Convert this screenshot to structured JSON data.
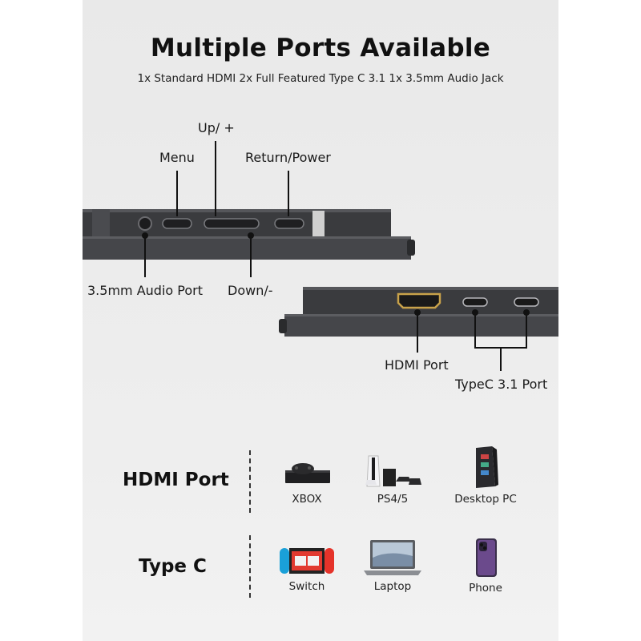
{
  "header": {
    "title": "Multiple Ports Available",
    "subtitle": "1x Standard HDMI  2x Full Featured Type C 3.1  1x 3.5mm Audio Jack"
  },
  "side_labels": {
    "up": "Up/ +",
    "menu": "Menu",
    "return_power": "Return/Power",
    "audio_port": "3.5mm Audio Port",
    "down": "Down/-"
  },
  "bottom_labels": {
    "hdmi_port": "HDMI Port",
    "typec_port": "TypeC 3.1 Port"
  },
  "compat": {
    "hdmi": {
      "title": "HDMI Port",
      "devices": [
        {
          "name": "XBOX",
          "icon": "xbox-console-icon"
        },
        {
          "name": "PS4/5",
          "icon": "playstation-console-icon"
        },
        {
          "name": "Desktop PC",
          "icon": "desktop-pc-icon"
        }
      ]
    },
    "typec": {
      "title": "Type C",
      "devices": [
        {
          "name": "Switch",
          "icon": "switch-console-icon"
        },
        {
          "name": "Laptop",
          "icon": "laptop-icon"
        },
        {
          "name": "Phone",
          "icon": "phone-icon"
        }
      ]
    }
  },
  "colors": {
    "panel_bg": "#ececec",
    "monitor_body": "#3c3d40",
    "hdmi_gold": "#c8a24a",
    "switch_red": "#e5332a",
    "switch_blue": "#1aa0d8"
  }
}
